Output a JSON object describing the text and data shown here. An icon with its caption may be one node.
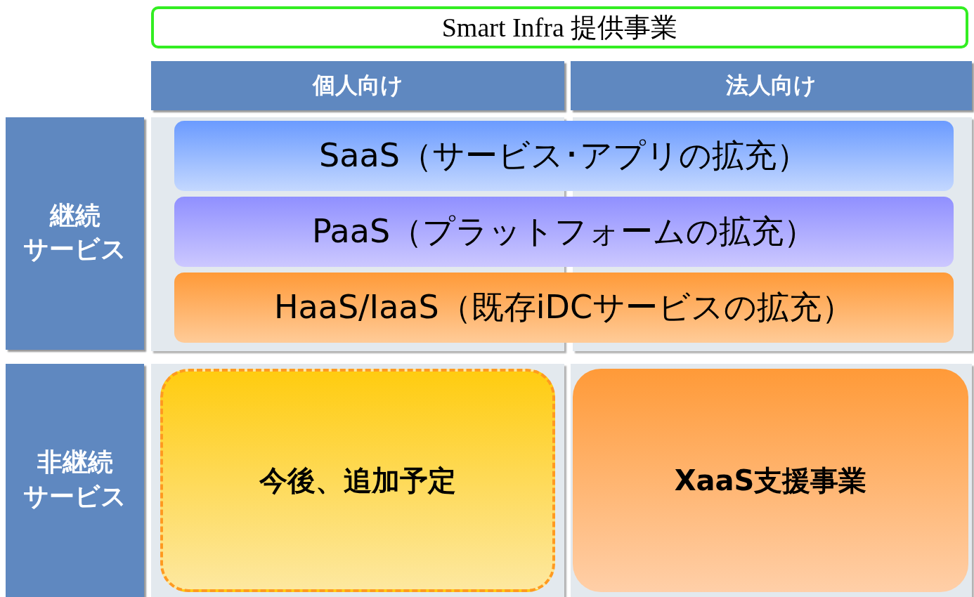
{
  "diagram": {
    "title": "Smart Infra 提供事業",
    "nodes": [
      {
        "text": [
          "個人向け"
        ]
      },
      {
        "text": [
          "法人向け"
        ]
      },
      {
        "text": [
          "継続サービス"
        ]
      },
      {
        "text": [
          "SaaS（サービス･アプリの拡充）"
        ]
      },
      {
        "text": [
          "PaaS（プラットフォームの拡充）"
        ]
      },
      {
        "text": [
          "HaaS/IaaS（既存iDCサービスの拡充）"
        ]
      },
      {
        "text": [
          "非継続サービス"
        ]
      },
      {
        "text": [
          "今後、追加予定"
        ]
      },
      {
        "text": [
          "XaaS支援事業"
        ]
      }
    ]
  }
}
